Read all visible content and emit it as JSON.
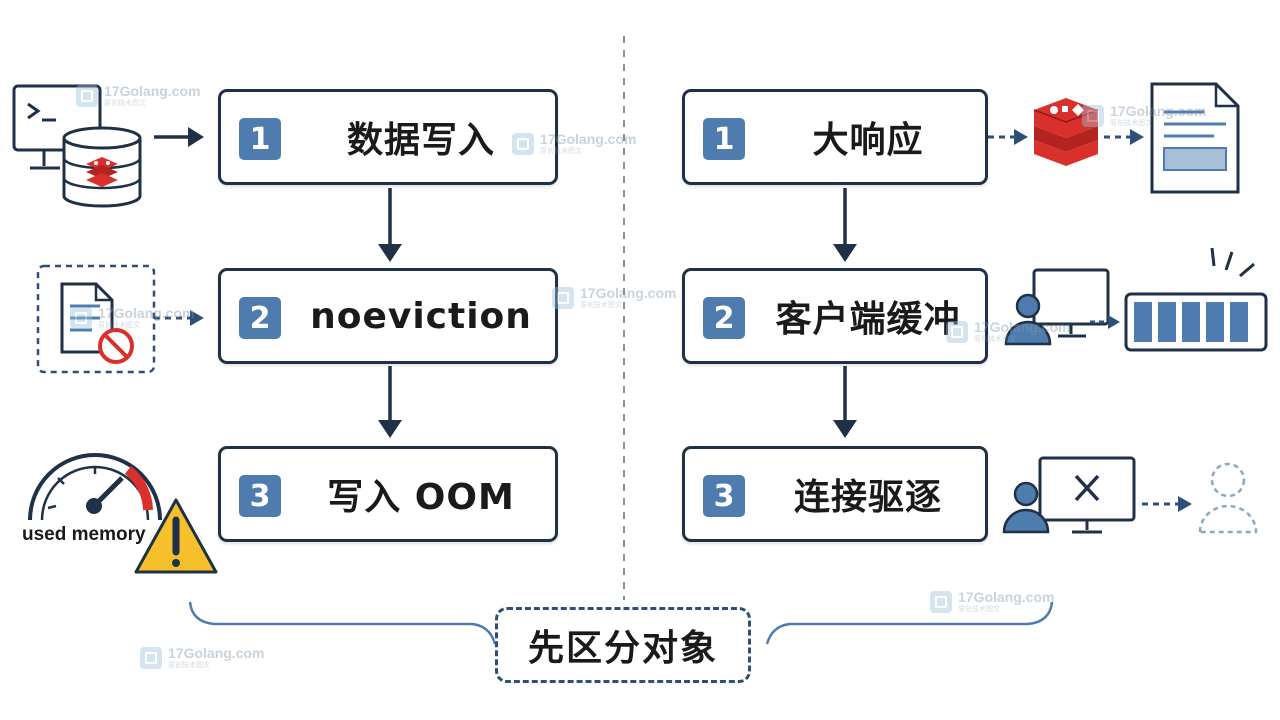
{
  "left_flow": {
    "steps": [
      {
        "number": "1",
        "label": "数据写入"
      },
      {
        "number": "2",
        "label": "noeviction"
      },
      {
        "number": "3",
        "label": "写入 OOM"
      }
    ],
    "gauge_label": "used memory"
  },
  "right_flow": {
    "steps": [
      {
        "number": "1",
        "label": "大响应"
      },
      {
        "number": "2",
        "label": "客户端缓冲"
      },
      {
        "number": "3",
        "label": "连接驱逐"
      }
    ]
  },
  "summary": {
    "label": "先区分对象"
  },
  "watermark": {
    "main": "17Golang.com",
    "sub": "原创技术图文"
  },
  "colors": {
    "accent": "#4f7cae",
    "box_border": "#1f3147",
    "redis_red": "#d9302c",
    "warning_yellow": "#f5c02c"
  },
  "icons": [
    "terminal-icon",
    "redis-database-icon",
    "blocked-document-icon",
    "gauge-icon",
    "warning-icon",
    "redis-stack-icon",
    "document-icon",
    "user-monitor-icon",
    "buffer-bar-icon",
    "user-monitor-error-icon",
    "evicted-user-icon"
  ]
}
